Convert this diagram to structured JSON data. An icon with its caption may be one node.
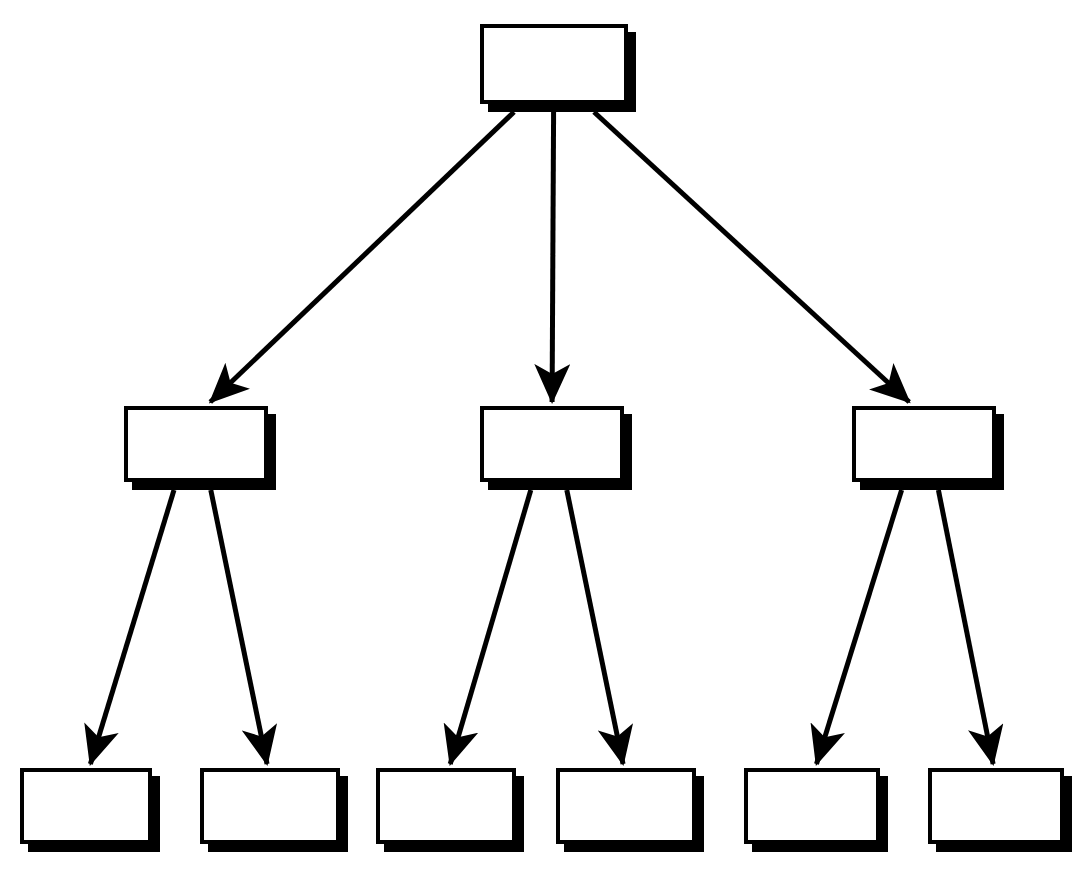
{
  "diagram": {
    "nodes": [
      {
        "text": [],
        "shape": "box"
      },
      {
        "text": [],
        "shape": "box"
      },
      {
        "text": [],
        "shape": "box"
      },
      {
        "text": [],
        "shape": "box"
      },
      {
        "text": [],
        "shape": "box"
      },
      {
        "text": [],
        "shape": "box"
      },
      {
        "text": [],
        "shape": "box"
      },
      {
        "text": [],
        "shape": "box"
      },
      {
        "text": [],
        "shape": "box"
      },
      {
        "text": [],
        "shape": "box"
      }
    ],
    "edges": [
      {
        "from": 0,
        "to": 1,
        "arrow": "to"
      },
      {
        "from": 0,
        "to": 2,
        "arrow": "to"
      },
      {
        "from": 0,
        "to": 3,
        "arrow": "to"
      },
      {
        "from": 1,
        "to": 4,
        "arrow": "to"
      },
      {
        "from": 1,
        "to": 5,
        "arrow": "to"
      },
      {
        "from": 2,
        "to": 6,
        "arrow": "to"
      },
      {
        "from": 2,
        "to": 7,
        "arrow": "to"
      },
      {
        "from": 3,
        "to": 8,
        "arrow": "to"
      },
      {
        "from": 3,
        "to": 9,
        "arrow": "to"
      }
    ]
  }
}
